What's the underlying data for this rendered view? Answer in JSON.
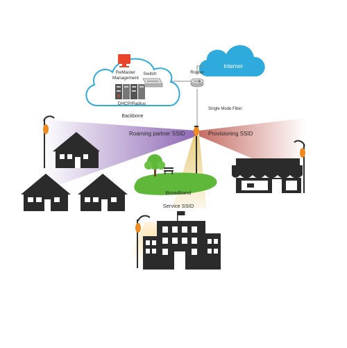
{
  "labels": {
    "internet": "Internet",
    "management": [
      "ReMaster",
      "Management"
    ],
    "switch": "Switch",
    "router": "Router",
    "dhcp": "DHCP/Radius",
    "backbone": "Backbone",
    "fiber": "Single Mode Fiber",
    "roaming": "Roaming partner SSID",
    "provisioning": "Provisioning SSID",
    "broadband": [
      "Broadband",
      "Service SSID"
    ]
  },
  "colors": {
    "internet_cloud": "#2eaadc",
    "backbone_outline": "#2eaadc",
    "building": "#2b2b2b",
    "lamp_light": "#f08a1e",
    "roaming_beam": "#7b4fa8",
    "provisioning_beam": "#b8483e",
    "broadband_beam": "#e6c872",
    "grass": "#5fb83a",
    "tree": "#5fb83a",
    "server_red": "#e8452c"
  },
  "icons": [
    "cloud-icon",
    "monitor-icon",
    "server-icon",
    "switch-icon",
    "router-icon",
    "house-icon",
    "store-icon",
    "office-building-icon",
    "streetlamp-icon",
    "tree-icon",
    "bench-icon",
    "flag-icon"
  ]
}
